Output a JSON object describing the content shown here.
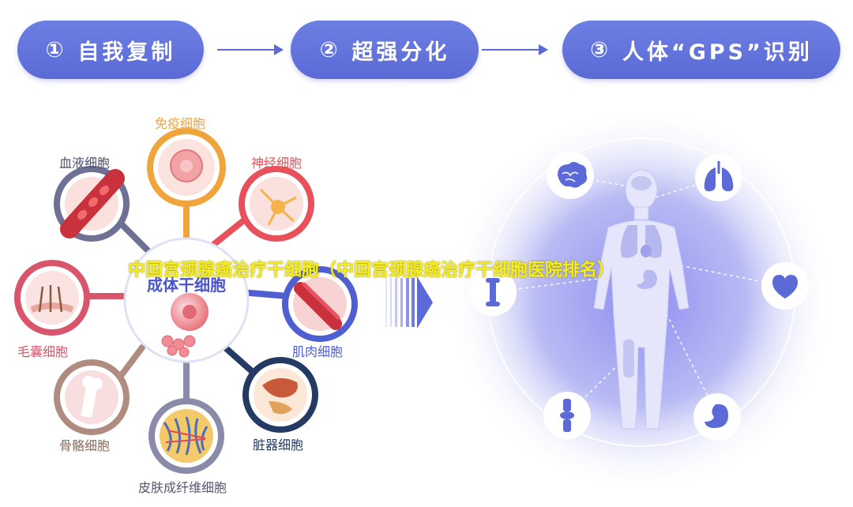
{
  "steps": [
    {
      "num": "①",
      "label": "自我复制"
    },
    {
      "num": "②",
      "label": "超强分化"
    },
    {
      "num": "③",
      "label": "人体“GPS”识别"
    }
  ],
  "center": {
    "label": "成体干细胞"
  },
  "cells": [
    {
      "label": "免疫细胞",
      "color": "#f0a43c"
    },
    {
      "label": "神经细胞",
      "color": "#e8505b"
    },
    {
      "label": "肌肉细胞",
      "color": "#4f5fd2"
    },
    {
      "label": "脏器细胞",
      "color": "#233a63"
    },
    {
      "label": "皮肤成纤维细胞",
      "color": "#8a8ba8"
    },
    {
      "label": "骨骼细胞",
      "color": "#b08c80"
    },
    {
      "label": "毛囊细胞",
      "color": "#d9556b"
    },
    {
      "label": "血液细胞",
      "color": "#6e7194"
    }
  ],
  "overlay": {
    "text": "中国宫颈腺癌治疗干细胞（中国宫颈腺癌治疗干细胞医院排名）"
  },
  "organs": [
    {
      "icon": "brain-icon"
    },
    {
      "icon": "lungs-icon"
    },
    {
      "icon": "heart-icon"
    },
    {
      "icon": "stomach-icon"
    },
    {
      "icon": "knee-joint-icon"
    },
    {
      "icon": "bone-icon"
    }
  ]
}
